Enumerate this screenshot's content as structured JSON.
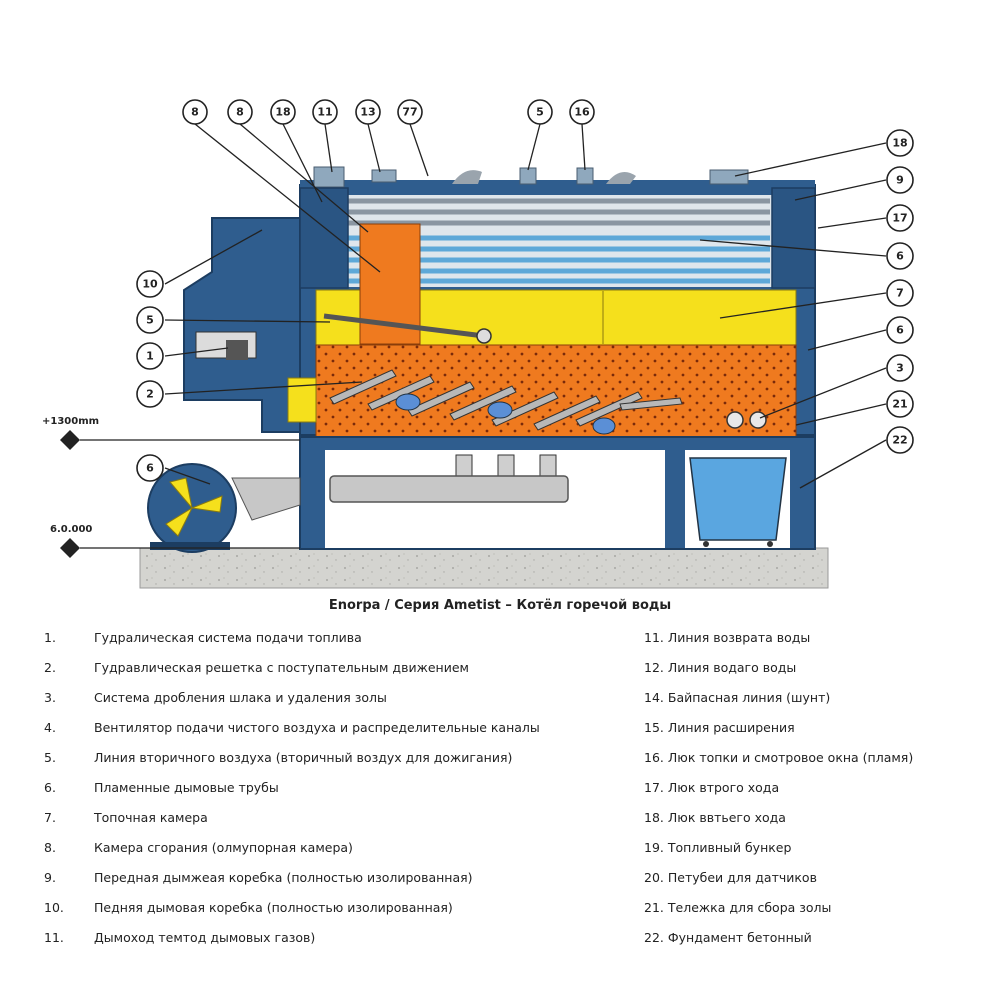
{
  "levels": {
    "upper": "+1300mm",
    "ground": "6.0.000"
  },
  "callouts": [
    "8",
    "8",
    "18",
    "11",
    "13",
    "77",
    "5",
    "16",
    "18",
    "9",
    "17",
    "6",
    "7",
    "6",
    "10",
    "5",
    "1",
    "2",
    "3",
    "21",
    "22",
    "6"
  ],
  "caption": "Enorpa / Серия Ametist – Котёл горечой воды",
  "legend_left": [
    {
      "num": "1.",
      "text": "Гудралическая система подачи топлива"
    },
    {
      "num": "2.",
      "text": "Гудравлическая решетка с поступательным движением"
    },
    {
      "num": "3.",
      "text": "Система дробления шлака и удаления золы"
    },
    {
      "num": "4.",
      "text": "Вентилятор подачи чистого воздуха и распределительные каналы"
    },
    {
      "num": "5.",
      "text": "Линия вторичного воздуха (вторичный воздух для дожигания)"
    },
    {
      "num": "6.",
      "text": "Пламенные дымовые трубы"
    },
    {
      "num": "7.",
      "text": "Топочная камера"
    },
    {
      "num": "8.",
      "text": "Камера сгорания (олмупорная камера)"
    },
    {
      "num": "9.",
      "text": "Передная дымжеая коребка (полностью изолированная)"
    },
    {
      "num": "10.",
      "text": "Педняя дымовая коребка (полностью изолированная)"
    },
    {
      "num": "11.",
      "text": "Дымоход темтод дымовых газов)"
    }
  ],
  "legend_right": [
    {
      "num": "11.",
      "text": "Линия возврата воды"
    },
    {
      "num": "12.",
      "text": "Линия водаго воды"
    },
    {
      "num": "14.",
      "text": "Байпасная линия (шунт)"
    },
    {
      "num": "15.",
      "text": "Линия расширения"
    },
    {
      "num": "16.",
      "text": "Люк топки и смотровое окна (пламя)"
    },
    {
      "num": "17.",
      "text": "Люк втрого хода"
    },
    {
      "num": "18.",
      "text": "Люк ввтьего хода"
    },
    {
      "num": "19.",
      "text": "Топливный бункер"
    },
    {
      "num": "20.",
      "text": "Петубеи для датчиков"
    },
    {
      "num": "21.",
      "text": "Тележка для сбора золы"
    },
    {
      "num": "22.",
      "text": "Фундамент бетонный"
    }
  ]
}
